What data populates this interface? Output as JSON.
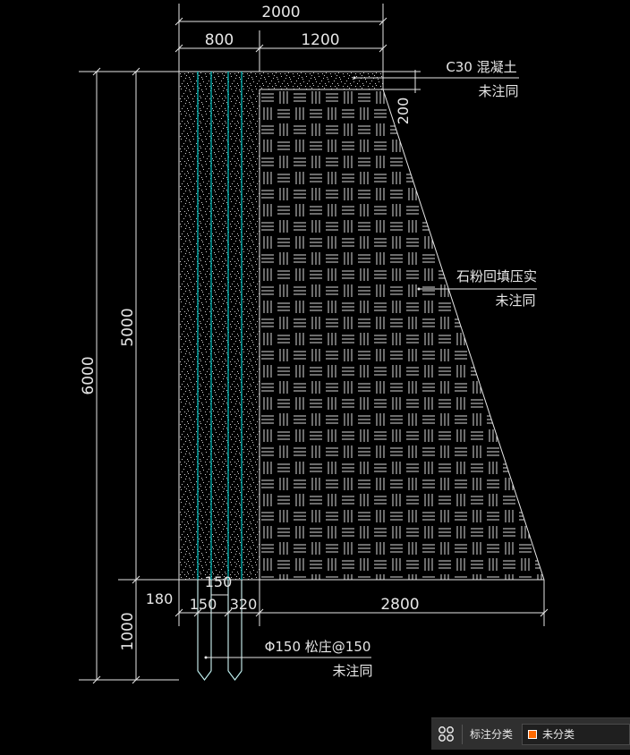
{
  "colors": {
    "background": "#000000",
    "line": "#e6e6e6",
    "pile": "#00c8c8",
    "swatch": "#ff6a00"
  },
  "dimensions": {
    "top_total": "2000",
    "top_left": "800",
    "top_right": "1200",
    "slab_thickness": "200",
    "overall_height": "6000",
    "wall_height": "5000",
    "pile_embed": "1000",
    "base_step": "180",
    "pile_gap": "150",
    "bottom_a": "150",
    "bottom_b": "320",
    "bottom_width": "2800"
  },
  "annotations": {
    "concrete_line1": "C30 混凝土",
    "concrete_line2": "未注同",
    "fill_line1": "石粉回填压实",
    "fill_line2": "未注同",
    "pile_line1": "Φ150 松庄@150",
    "pile_line2": "未注同"
  },
  "status": {
    "annotation_category": "标注分类",
    "layer": "未分类",
    "grid_icon": "annotation-scale-icon"
  }
}
